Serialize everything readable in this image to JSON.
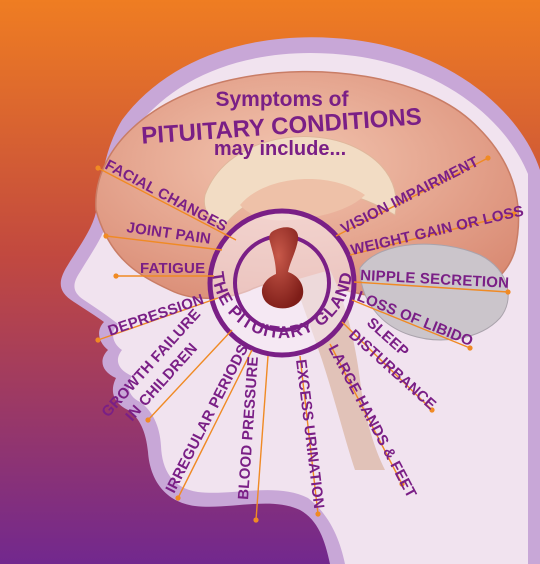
{
  "title": {
    "line1": "Symptoms of",
    "line2": "PITUITARY CONDITIONS",
    "line3": "may include..."
  },
  "gland_label": "THE PITUITARY GLAND",
  "symptoms": [
    {
      "id": "facial-changes",
      "text": "FACIAL CHANGES"
    },
    {
      "id": "joint-pain",
      "text": "JOINT PAIN"
    },
    {
      "id": "fatigue",
      "text": "FATIGUE"
    },
    {
      "id": "depression",
      "text": "DEPRESSION"
    },
    {
      "id": "growth-failure",
      "line1": "GROWTH FAILURE",
      "line2": "IN CHILDREN"
    },
    {
      "id": "irregular-periods",
      "text": "IRREGULAR PERIODS"
    },
    {
      "id": "blood-pressure",
      "text": "BLOOD PRESSURE"
    },
    {
      "id": "excess-urination",
      "text": "EXCESS URINATION"
    },
    {
      "id": "large-hands-feet",
      "text": "LARGE HANDS & FEET"
    },
    {
      "id": "sleep-disturbance",
      "line1": "SLEEP",
      "line2": "DISTURBANCE"
    },
    {
      "id": "loss-of-libido",
      "text": "LOSS OF LIBIDO"
    },
    {
      "id": "nipple-secretion",
      "text": "NIPPLE SECRETION"
    },
    {
      "id": "weight-gain-loss",
      "text": "WEIGHT GAIN OR LOSS"
    },
    {
      "id": "vision-impairment",
      "text": "VISION IMPAIRMENT"
    }
  ],
  "colors": {
    "bg_top": "#ee7a22",
    "bg_bottom": "#7a2a8e",
    "head_outer": "#c9a9d8",
    "head_inner": "#f0e2ef",
    "brain": "#e6a48b",
    "cerebellum": "#c6c1c8",
    "text": "#7a1f86",
    "leader": "#f08a24",
    "gland": "#a8322a"
  }
}
